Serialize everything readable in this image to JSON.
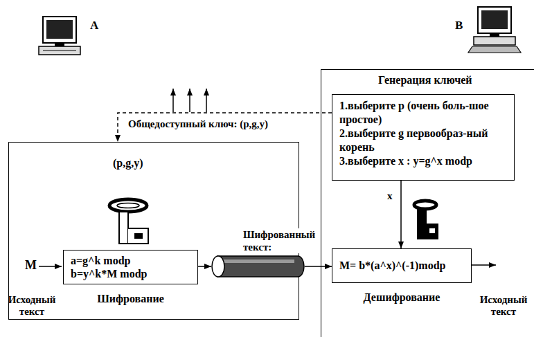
{
  "diagram": {
    "nodes": [
      {
        "text": [
          "(p,g,y)"
        ]
      },
      {
        "text": [
          "a=g^k modp",
          "b=y^k*M modp",
          "Шифрование"
        ],
        "in": 0
      },
      {
        "text": [
          "Генерация ключей"
        ]
      },
      {
        "text": [
          "1.выберите p (очень боль-шое простое)",
          "2.выберите g первообраз-ный корень",
          "3.выберите x : y=g^x modp"
        ],
        "in": 2
      },
      {
        "text": [
          "M= b*(a^x)^(-1)modp",
          "Дешифрование"
        ],
        "in": 2
      },
      {
        "text": [
          "Шифрованный текст:"
        ]
      }
    ],
    "edges": [
      {
        "from": 1,
        "to": 5,
        "arrow": "to"
      },
      {
        "from": 5,
        "to": 4,
        "arrow": "to"
      },
      {
        "from": 3,
        "to": 4,
        "label": "x",
        "arrow": "to"
      },
      {
        "from": 3,
        "to": 0,
        "label": "Общедоступный ключ: (p,g,y)",
        "arrow": "to"
      }
    ],
    "labels": [
      "A",
      "B",
      "M",
      "Исходный текст",
      "Исходный текст"
    ]
  }
}
